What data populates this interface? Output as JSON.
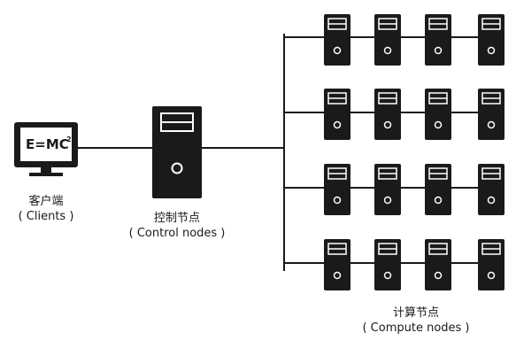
{
  "colors": {
    "device": "#1a1a1a",
    "screen_bg": "#ffffff",
    "line": "#1a1a1a"
  },
  "client": {
    "screen_text_main": "E=MC",
    "screen_text_sup": "2",
    "label_cn": "客户端",
    "label_en": "( Clients )"
  },
  "control": {
    "label_cn": "控制节点",
    "label_en": "( Control nodes )"
  },
  "compute": {
    "label_cn": "计算节点",
    "label_en": "( Compute nodes )",
    "rows": 4,
    "cols": 4
  }
}
